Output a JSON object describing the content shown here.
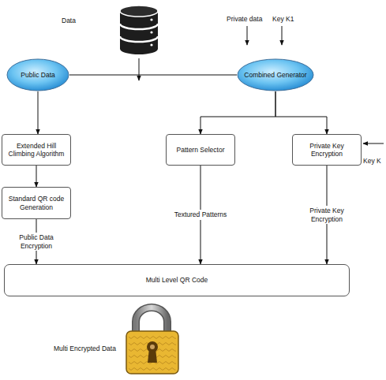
{
  "diagram": {
    "nodes": [
      {
        "text": [
          "Public Data"
        ]
      },
      {
        "text": [
          "Combined Generator"
        ]
      },
      {
        "text": [
          "Extended Hill Climbing Algorithm"
        ]
      },
      {
        "text": [
          "Standard QR code Generation"
        ]
      },
      {
        "text": [
          "Pattern Selector"
        ]
      },
      {
        "text": [
          "Private Key Encryption"
        ]
      },
      {
        "text": [
          "Multi Level QR Code"
        ]
      }
    ],
    "edges": [
      {
        "from": 0,
        "to": 1,
        "arrow": "none"
      },
      {
        "from": 0,
        "to": 2,
        "arrow": "to"
      },
      {
        "from": 2,
        "to": 3,
        "arrow": "to"
      },
      {
        "from": 3,
        "to": 6,
        "label": "Public Data Encryption",
        "arrow": "to"
      },
      {
        "from": 1,
        "to": 4,
        "arrow": "to"
      },
      {
        "from": 1,
        "to": 5,
        "arrow": "to"
      },
      {
        "from": 4,
        "to": 6,
        "label": "Textured Patterns",
        "arrow": "to"
      },
      {
        "from": 5,
        "to": 6,
        "label": "Private Key Encryption",
        "arrow": "to"
      }
    ],
    "labels": [
      "Data",
      "Private data",
      "Key K1",
      "Key K",
      "Multi Encrypted Data"
    ]
  }
}
